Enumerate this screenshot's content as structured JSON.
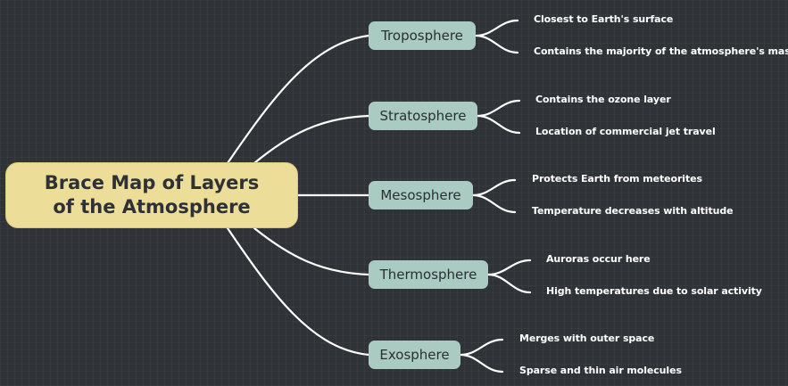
{
  "root": {
    "title": "Brace Map of Layers of the Atmosphere"
  },
  "layers": [
    {
      "label": "Troposphere",
      "facts": [
        "Closest to Earth's surface",
        "Contains the majority of the atmosphere's mass"
      ]
    },
    {
      "label": "Stratosphere",
      "facts": [
        "Contains the ozone layer",
        "Location of commercial jet travel"
      ]
    },
    {
      "label": "Mesosphere",
      "facts": [
        "Protects Earth from meteorites",
        "Temperature decreases with altitude"
      ]
    },
    {
      "label": "Thermosphere",
      "facts": [
        "Auroras occur here",
        "High temperatures due to solar activity"
      ]
    },
    {
      "label": "Exosphere",
      "facts": [
        "Merges with outer space",
        "Sparse and thin air molecules"
      ]
    }
  ],
  "colors": {
    "background": "#2f3337",
    "root_fill": "#ecdd99",
    "layer_fill": "#a9cbc1",
    "connector": "#ffffff",
    "fact_text": "#ffffff"
  }
}
